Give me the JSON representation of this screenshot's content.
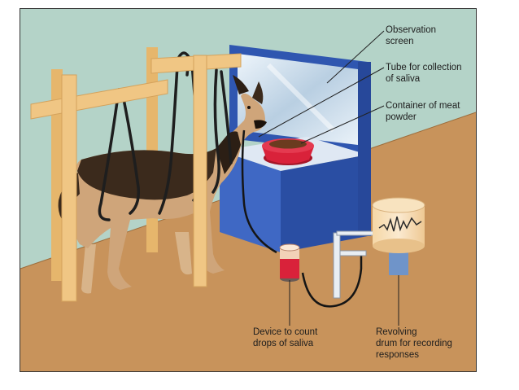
{
  "labels": {
    "observation_screen": "Observation\nscreen",
    "tube": "Tube for collection\nof saliva",
    "container": "Container of meat\npowder",
    "device": "Device to count\ndrops of saliva",
    "drum": "Revolving\ndrum for recording\nresponses"
  },
  "colors": {
    "wall": "#b4d3c8",
    "floor": "#c8935b",
    "wood": "#f0c684",
    "table_blue": "#2f56b0",
    "bowl_red": "#d9223a",
    "leader_line": "#222222"
  }
}
